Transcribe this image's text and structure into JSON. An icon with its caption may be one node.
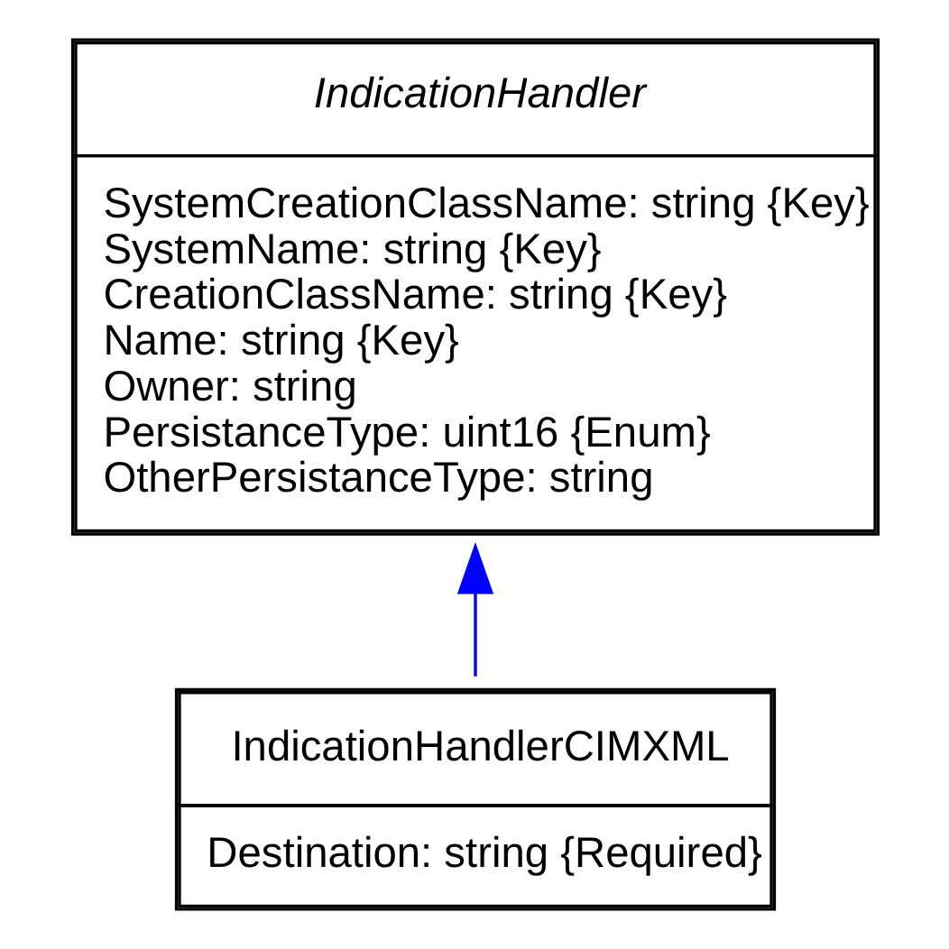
{
  "diagram": {
    "nodes": [
      {
        "text": [
          "IndicationHandler",
          "SystemCreationClassName: string {Key}",
          "SystemName: string {Key}",
          "CreationClassName: string {Key}",
          "Name: string {Key}",
          "Owner: string",
          "PersistanceType: uint16 {Enum}",
          "OtherPersistanceType: string"
        ]
      },
      {
        "text": [
          "IndicationHandlerCIMXML",
          "Destination: string {Required}"
        ]
      }
    ],
    "edges": [
      {
        "from": 1,
        "to": 0,
        "arrow": "to",
        "color": "#0000ff"
      }
    ]
  }
}
